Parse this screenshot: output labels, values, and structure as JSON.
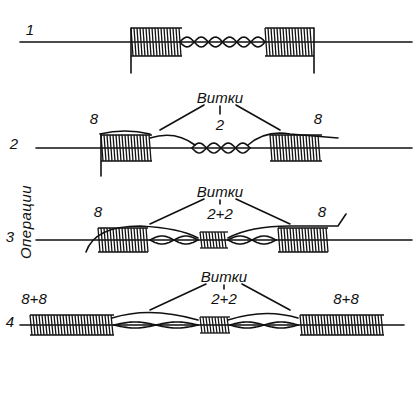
{
  "diagram": {
    "labels": [
      "1",
      "Витки",
      "8",
      "2",
      "8",
      "2",
      "Витки",
      "8",
      "2+2",
      "8",
      "3",
      "Операции",
      "Витки",
      "8+8",
      "2+2",
      "8+8",
      "4"
    ]
  }
}
